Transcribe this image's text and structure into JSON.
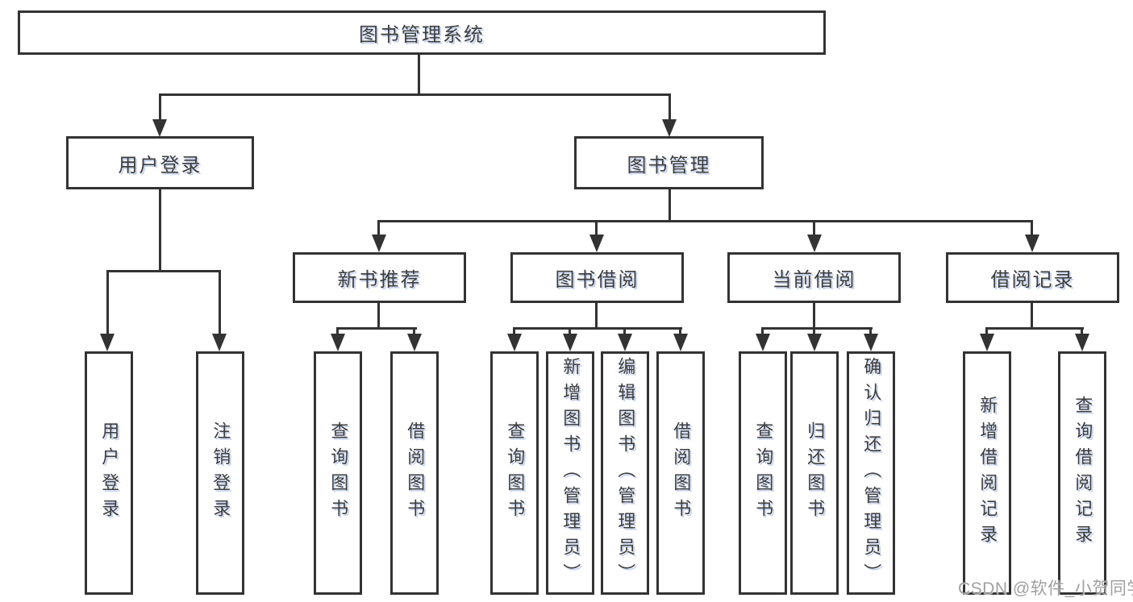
{
  "colors": {
    "line": "#333333",
    "box_border": "#333333",
    "box_background": "#ffffff",
    "text": "#3c3c3c",
    "text_shadow_tint": "#8ca5e1",
    "watermark": "#a0a0a0"
  },
  "tree": {
    "root": "图书管理系统",
    "level1": [
      {
        "label": "用户登录",
        "children": [
          {
            "label": "用户登录"
          },
          {
            "label": "注销登录"
          }
        ]
      },
      {
        "label": "图书管理",
        "children": [
          {
            "label": "新书推荐",
            "children": [
              {
                "label": "查询图书"
              },
              {
                "label": "借阅图书"
              }
            ]
          },
          {
            "label": "图书借阅",
            "children": [
              {
                "label": "查询图书"
              },
              {
                "label": "新增图书（管理员）"
              },
              {
                "label": "编辑图书（管理员）"
              },
              {
                "label": "借阅图书"
              }
            ]
          },
          {
            "label": "当前借阅",
            "children": [
              {
                "label": "查询图书"
              },
              {
                "label": "归还图书"
              },
              {
                "label": "确认归还（管理员）"
              }
            ]
          },
          {
            "label": "借阅记录",
            "children": [
              {
                "label": "新增借阅记录"
              },
              {
                "label": "查询借阅记录"
              }
            ]
          }
        ]
      }
    ]
  },
  "watermark": {
    "text": "CSDN @软件_小贺同学"
  }
}
